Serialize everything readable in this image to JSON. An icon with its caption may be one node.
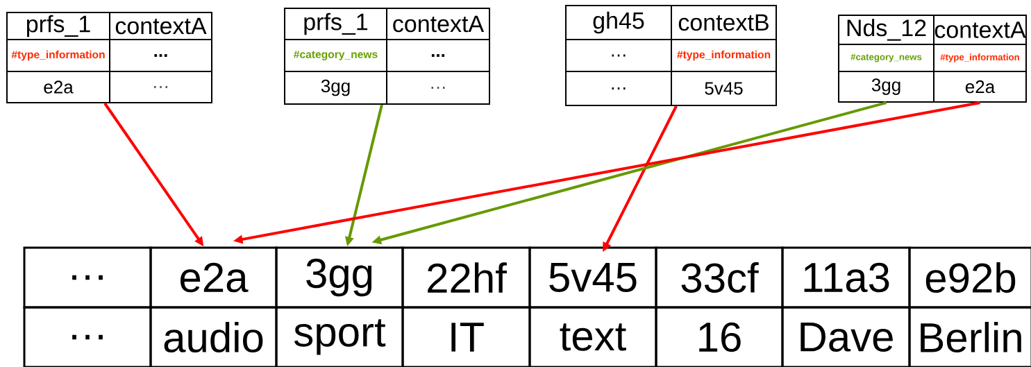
{
  "diagram": {
    "nodes": [
      {
        "text": [
          "prfs_1"
        ]
      },
      {
        "text": [
          "contextA"
        ]
      },
      {
        "text": [
          "#type_information"
        ]
      },
      {
        "text": [
          "..."
        ]
      },
      {
        "text": [
          "e2a"
        ]
      },
      {
        "text": [
          "…"
        ]
      },
      {
        "text": [
          "prfs_1"
        ]
      },
      {
        "text": [
          "contextA"
        ]
      },
      {
        "text": [
          "#category_news"
        ]
      },
      {
        "text": [
          "..."
        ]
      },
      {
        "text": [
          "3gg"
        ]
      },
      {
        "text": [
          "…"
        ]
      },
      {
        "text": [
          "gh45"
        ]
      },
      {
        "text": [
          "contextB"
        ]
      },
      {
        "text": [
          "…"
        ]
      },
      {
        "text": [
          "#type_information"
        ]
      },
      {
        "text": [
          "…"
        ]
      },
      {
        "text": [
          "5v45"
        ]
      },
      {
        "text": [
          "Nds_12"
        ]
      },
      {
        "text": [
          "contextA"
        ]
      },
      {
        "text": [
          "#category_news"
        ]
      },
      {
        "text": [
          "#type_information"
        ]
      },
      {
        "text": [
          "3gg"
        ]
      },
      {
        "text": [
          "e2a"
        ]
      },
      {
        "text": [
          "…"
        ]
      },
      {
        "text": [
          "e2a"
        ]
      },
      {
        "text": [
          "3gg"
        ]
      },
      {
        "text": [
          "22hf"
        ]
      },
      {
        "text": [
          "5v45"
        ]
      },
      {
        "text": [
          "33cf"
        ]
      },
      {
        "text": [
          "11a3"
        ]
      },
      {
        "text": [
          "e92b"
        ]
      },
      {
        "text": [
          "…"
        ]
      },
      {
        "text": [
          "audio"
        ]
      },
      {
        "text": [
          "sport"
        ]
      },
      {
        "text": [
          "IT"
        ]
      },
      {
        "text": [
          "text"
        ]
      },
      {
        "text": [
          "16"
        ]
      },
      {
        "text": [
          "Dave"
        ]
      },
      {
        "text": [
          "Berlin"
        ]
      }
    ],
    "edges": [
      {
        "from": 4,
        "to": 25,
        "arrow": "to",
        "color": "#ff0000"
      },
      {
        "from": 10,
        "to": 26,
        "arrow": "to",
        "color": "#669900"
      },
      {
        "from": 17,
        "to": 28,
        "arrow": "to",
        "color": "#ff0000"
      },
      {
        "from": 22,
        "to": 26,
        "arrow": "to",
        "color": "#669900"
      },
      {
        "from": 23,
        "to": 25,
        "arrow": "to",
        "color": "#ff0000"
      }
    ]
  }
}
